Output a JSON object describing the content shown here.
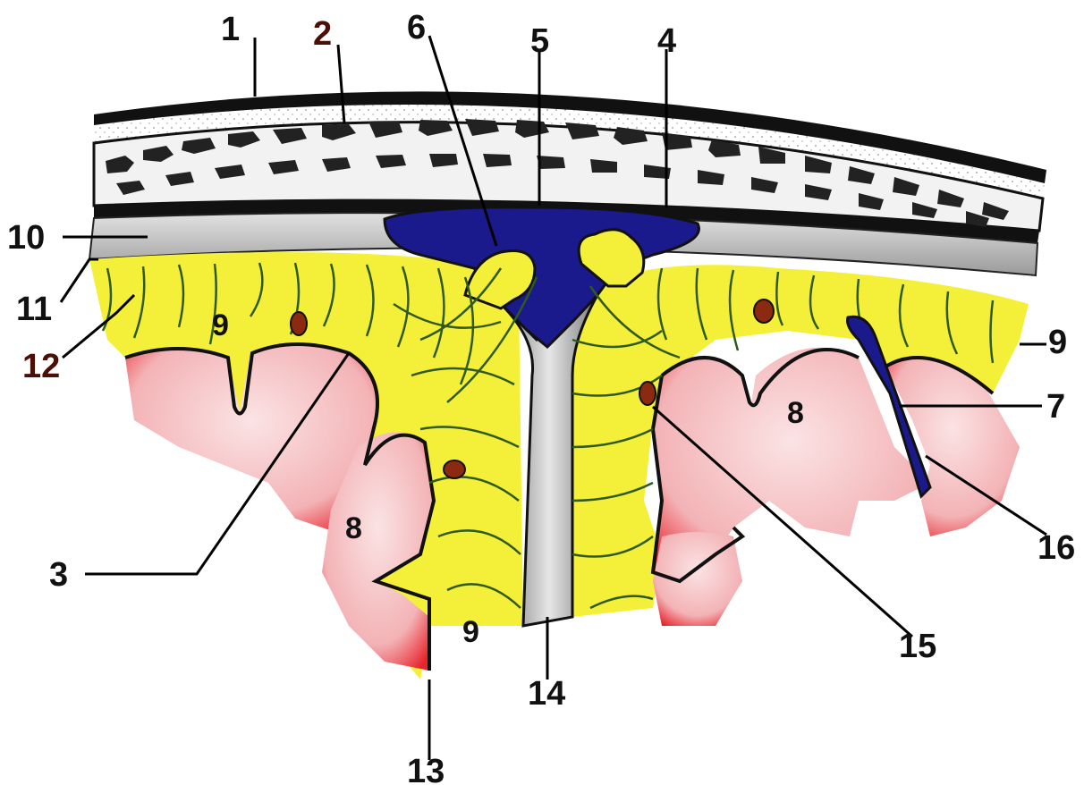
{
  "colors": {
    "paper": "#ffffff",
    "arachnoid_yellow": "#f4f03a",
    "pia_red": "#e8242c",
    "cortex_pink": "#f6c2c4",
    "sinus_blue": "#1a1a8c",
    "vessel_green": "#2f5a1c",
    "vessel_brown": "#8b2a10",
    "dura_grey": "#c9c9c9",
    "bone_white": "#f7f7f7",
    "label_dark_red": "#4a1008"
  },
  "labels": {
    "l1": "1",
    "l2": "2",
    "l3": "3",
    "l4": "4",
    "l5": "5",
    "l6": "6",
    "l7": "7",
    "l8a": "8",
    "l8b": "8",
    "l9a": "9",
    "l9b": "9",
    "l9c": "9",
    "l10": "10",
    "l11": "11",
    "l12": "12",
    "l13": "13",
    "l14": "14",
    "l15": "15",
    "l16": "16"
  }
}
